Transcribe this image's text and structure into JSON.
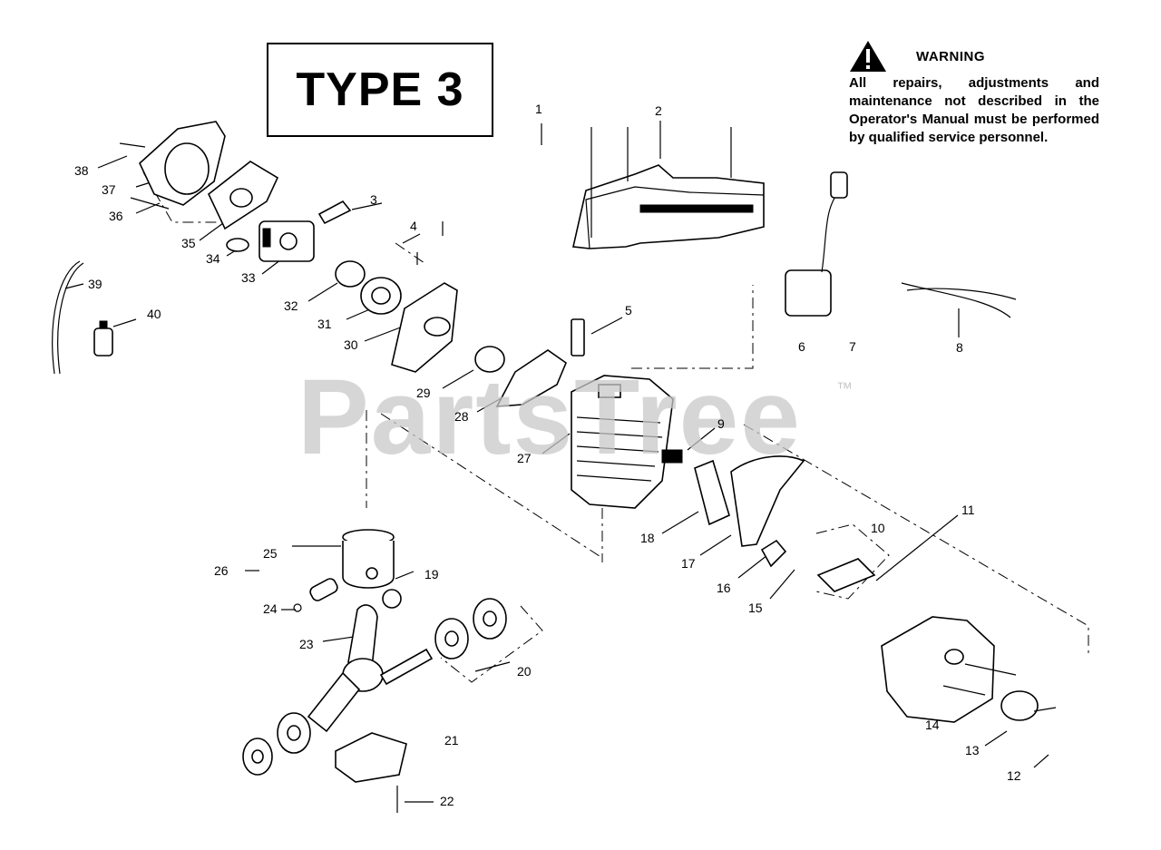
{
  "type_box": {
    "label": "TYPE 3"
  },
  "warning": {
    "title": "WARNING",
    "text": "All repairs, adjustments and maintenance not described in the Operator's Manual must be performed by qualified service personnel."
  },
  "watermark": {
    "text": "PartsTree",
    "tm": "™"
  },
  "part_numbers": [
    "1",
    "2",
    "3",
    "4",
    "5",
    "6",
    "7",
    "8",
    "9",
    "10",
    "11",
    "12",
    "13",
    "14",
    "15",
    "16",
    "17",
    "18",
    "19",
    "20",
    "21",
    "22",
    "23",
    "24",
    "25",
    "26",
    "27",
    "28",
    "29",
    "30",
    "31",
    "32",
    "33",
    "34",
    "35",
    "36",
    "37",
    "38",
    "39",
    "40"
  ]
}
